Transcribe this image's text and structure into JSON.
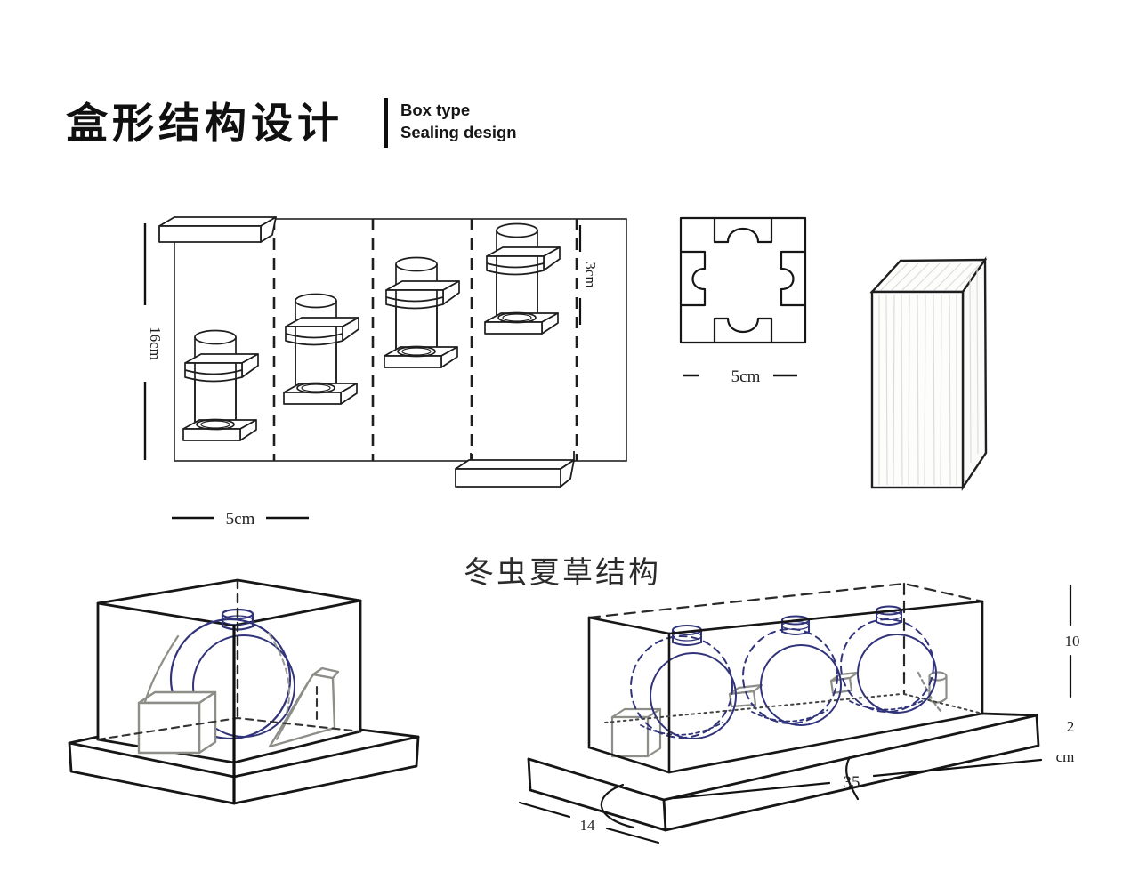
{
  "header": {
    "title_cn": "盒形结构设计",
    "subtitle_lines": [
      "Box type",
      "Sealing design"
    ]
  },
  "top_section": {
    "unfolded_pattern": {
      "description": "unfolded box blank with four fold panels, tube holders, glue tabs",
      "panels": 4,
      "height_label": "16cm",
      "lid_depth_label": "3cm",
      "panel_width_label": "5cm"
    },
    "cross_section": {
      "description": "square insert with clover slot cutout",
      "width_label": "5cm"
    },
    "solid_block": {
      "description": "wood block with grain"
    }
  },
  "bottom_section": {
    "caption": "冬虫夏草结构",
    "single_case": {
      "description": "cubic clear cover on base with one sphere jar and supports",
      "spheres": 1
    },
    "triple_case": {
      "description": "long clear cover on base with three sphere jars",
      "spheres": 3,
      "depth_label": "14",
      "length_label": "35",
      "case_height_label": "10",
      "base_height_label": "2",
      "unit_label": "cm"
    }
  },
  "colors": {
    "line": "#1c1c1c",
    "sphere_outline": "#31347a",
    "support_gray": "#8e8e88",
    "grain": "#dedcd6"
  }
}
